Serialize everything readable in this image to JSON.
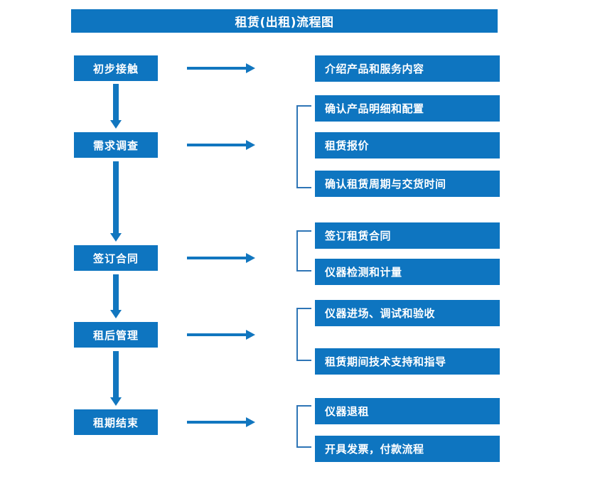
{
  "diagram": {
    "title": "租赁(出租)流程图",
    "accent_color": "#0E75C0",
    "arrow_color": "#1176BF",
    "bracket_color": "#2E75B6",
    "text_color": "#FFFFFF",
    "background_color": "#FFFFFF"
  },
  "stages": [
    {
      "label": "初步接触"
    },
    {
      "label": "需求调查"
    },
    {
      "label": "签订合同"
    },
    {
      "label": "租后管理"
    },
    {
      "label": "租期结束"
    }
  ],
  "details": [
    {
      "label": "介绍产品和服务内容"
    },
    {
      "label": "确认产品明细和配置"
    },
    {
      "label": "租赁报价"
    },
    {
      "label": "确认租赁周期与交货时间"
    },
    {
      "label": "签订租赁合同"
    },
    {
      "label": "仪器检测和计量"
    },
    {
      "label": "仪器进场、调试和验收"
    },
    {
      "label": "租赁期间技术支持和指导"
    },
    {
      "label": "仪器退租"
    },
    {
      "label": "开具发票，付款流程"
    }
  ]
}
